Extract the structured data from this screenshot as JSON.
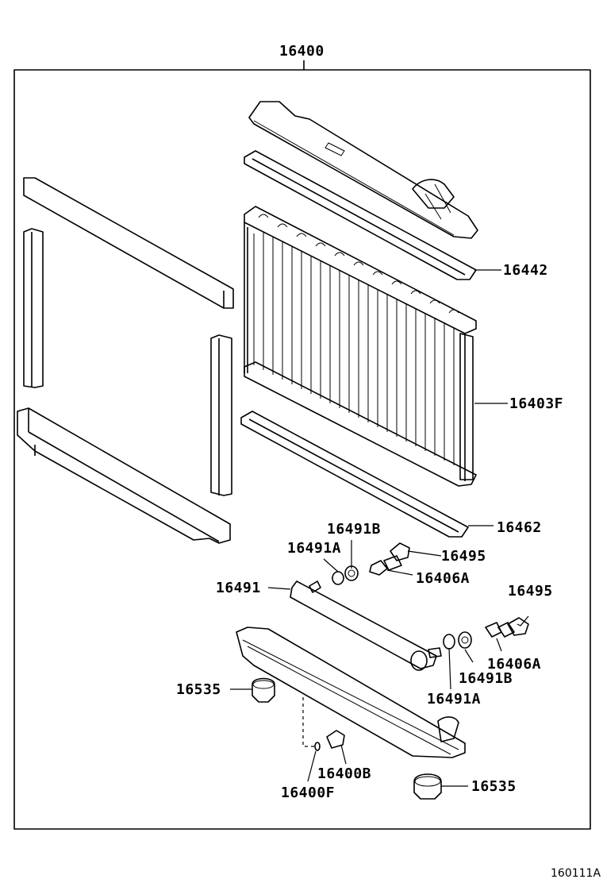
{
  "labels": {
    "assembly": "16400",
    "gasket_upper": "16442",
    "core": "16403F",
    "gasket_lower": "16462",
    "oring_b_top": "16491B",
    "oring_a_top": "16491A",
    "pipe_bolt_top": "16495",
    "cooler": "16491",
    "nut_top": "16406A",
    "pipe_bolt_right": "16495",
    "nut_right": "16406A",
    "oring_b_bot": "16491B",
    "oring_a_bot": "16491A",
    "cushion_left": "16535",
    "drain_cock": "16400B",
    "drain_plug_gasket": "16400F",
    "cushion_bottom": "16535"
  },
  "diagram_code": "160111A"
}
